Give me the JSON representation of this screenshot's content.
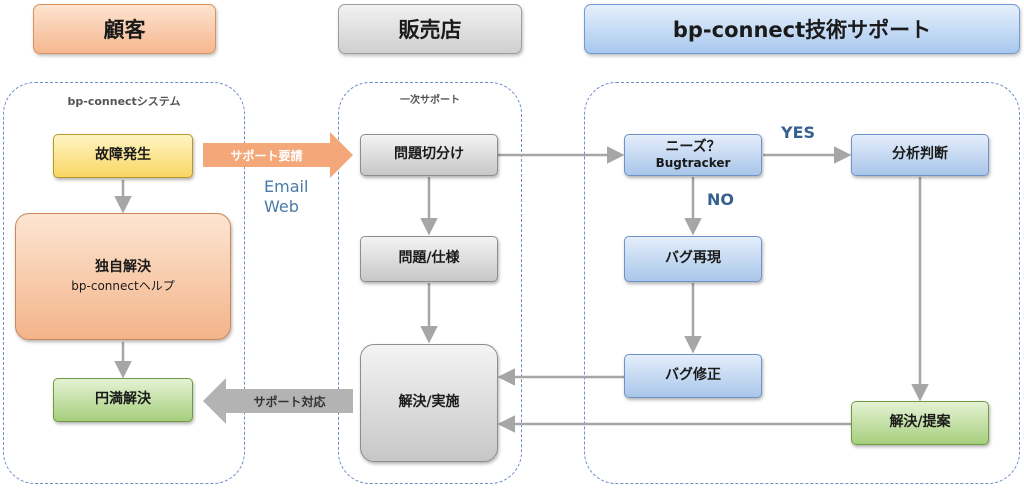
{
  "headers": {
    "customer": "顧客",
    "dealer": "販売店",
    "support": "bp-connect技術サポート"
  },
  "lanes": {
    "customer": "bp-connectシステム",
    "dealer": "一次サポート"
  },
  "nodes": {
    "failure": "故障発生",
    "self_solve": "独自解決",
    "self_solve_sub": "bp-connectヘルプ",
    "resolved": "円満解決",
    "isolate": "問題切分け",
    "spec": "問題/仕様",
    "implement": "解決/実施",
    "needs": "ニーズ？",
    "needs_sub": "Bugtracker",
    "bug_repro": "バグ再現",
    "bug_fix": "バグ修正",
    "analysis": "分析判断",
    "proposal": "解決/提案"
  },
  "edge_labels": {
    "support_request": "サポート要請",
    "support_response": "サポート対応",
    "channel_1": "Email",
    "channel_2": "Web",
    "yes": "YES",
    "no": "NO"
  },
  "colors": {
    "arrow_gray": "#a6a6a6",
    "arrow_orange": "#f4a87a",
    "lane_border": "#6e8ec6"
  }
}
